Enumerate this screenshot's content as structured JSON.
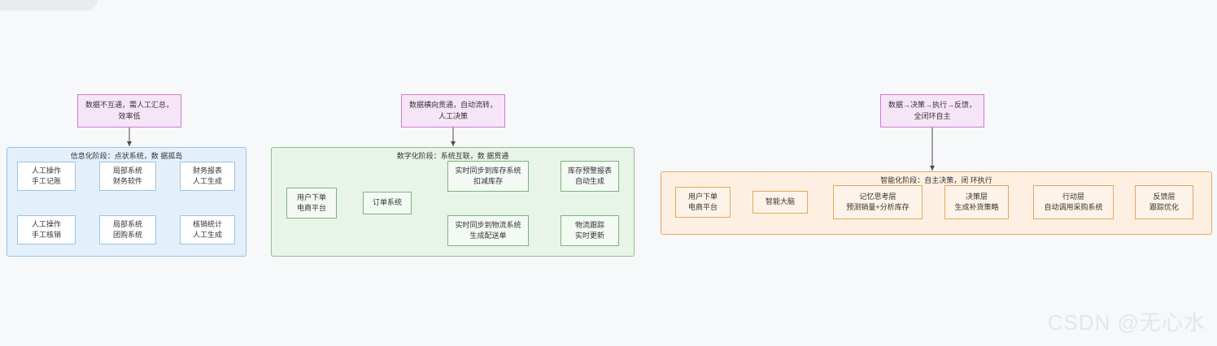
{
  "watermark": "CSDN @无心水",
  "notes": [
    {
      "name": "note-stage-1",
      "lines": [
        "数据不互通，需人工汇总，",
        "效率低"
      ]
    },
    {
      "name": "note-stage-2",
      "lines": [
        "数据横向贯通，自动流转，",
        "人工决策"
      ]
    },
    {
      "name": "note-stage-3",
      "lines": [
        "数据→决策→执行→反馈，",
        "全闭环自主"
      ]
    }
  ],
  "groups": [
    {
      "id": "stage-informatization",
      "title": "信息化阶段：点状系统，数据孤岛",
      "title_lines": [
        "信息化阶段：点状系统，数",
        "据孤岛"
      ],
      "accent": "#9cc3e5",
      "fill": "#e3f0fb"
    },
    {
      "id": "stage-digitalization",
      "title": "数字化阶段：系统互联，数据贯通",
      "title_lines": [
        "数字化阶段：系统互联，数",
        "据贯通"
      ],
      "accent": "#8fbf8f",
      "fill": "#e8f4e8"
    },
    {
      "id": "stage-intelligence",
      "title": "智能化阶段：自主决策，闭环执行",
      "title_lines": [
        "智能化阶段：自主决策，闭",
        "环执行"
      ],
      "accent": "#e8a65c",
      "fill": "#fdf0e2"
    }
  ],
  "nodes": {
    "blue": [
      {
        "name": "node-manual-bookkeeping",
        "lines": [
          "人工操作",
          "手工记账"
        ]
      },
      {
        "name": "node-local-finance-software",
        "lines": [
          "局部系统",
          "财务软件"
        ]
      },
      {
        "name": "node-financial-report-manual",
        "lines": [
          "财务报表",
          "人工生成"
        ]
      },
      {
        "name": "node-manual-reconciliation",
        "lines": [
          "人工操作",
          "手工核销"
        ]
      },
      {
        "name": "node-local-groupbuy-system",
        "lines": [
          "局部系统",
          "团购系统"
        ]
      },
      {
        "name": "node-reconciliation-stats-manual",
        "lines": [
          "核销统计",
          "人工生成"
        ]
      }
    ],
    "green": [
      {
        "name": "node-user-order-ecommerce",
        "lines": [
          "用户下单",
          "电商平台"
        ]
      },
      {
        "name": "node-order-system",
        "lines": [
          "订单系统"
        ]
      },
      {
        "name": "node-sync-inventory",
        "lines": [
          "实时同步到库存系统",
          "扣减库存"
        ]
      },
      {
        "name": "node-inventory-alert-report",
        "lines": [
          "库存预警报表",
          "自动生成"
        ]
      },
      {
        "name": "node-sync-logistics",
        "lines": [
          "实时同步到物流系统",
          "生成配送单"
        ]
      },
      {
        "name": "node-logistics-tracking",
        "lines": [
          "物流跟踪",
          "实时更新"
        ]
      }
    ],
    "orange": [
      {
        "name": "node-user-order-ecommerce-ai",
        "lines": [
          "用户下单",
          "电商平台"
        ]
      },
      {
        "name": "node-smart-brain",
        "lines": [
          "智能大脑"
        ]
      },
      {
        "name": "node-memory-thinking-layer",
        "lines": [
          "记忆思考层",
          "预测销量+分析库存"
        ]
      },
      {
        "name": "node-decision-layer",
        "lines": [
          "决策层",
          "生成补货策略"
        ]
      },
      {
        "name": "node-action-layer",
        "lines": [
          "行动层",
          "自动调用采购系统"
        ]
      },
      {
        "name": "node-feedback-layer",
        "lines": [
          "反馈层",
          "跟踪优化"
        ]
      }
    ]
  }
}
